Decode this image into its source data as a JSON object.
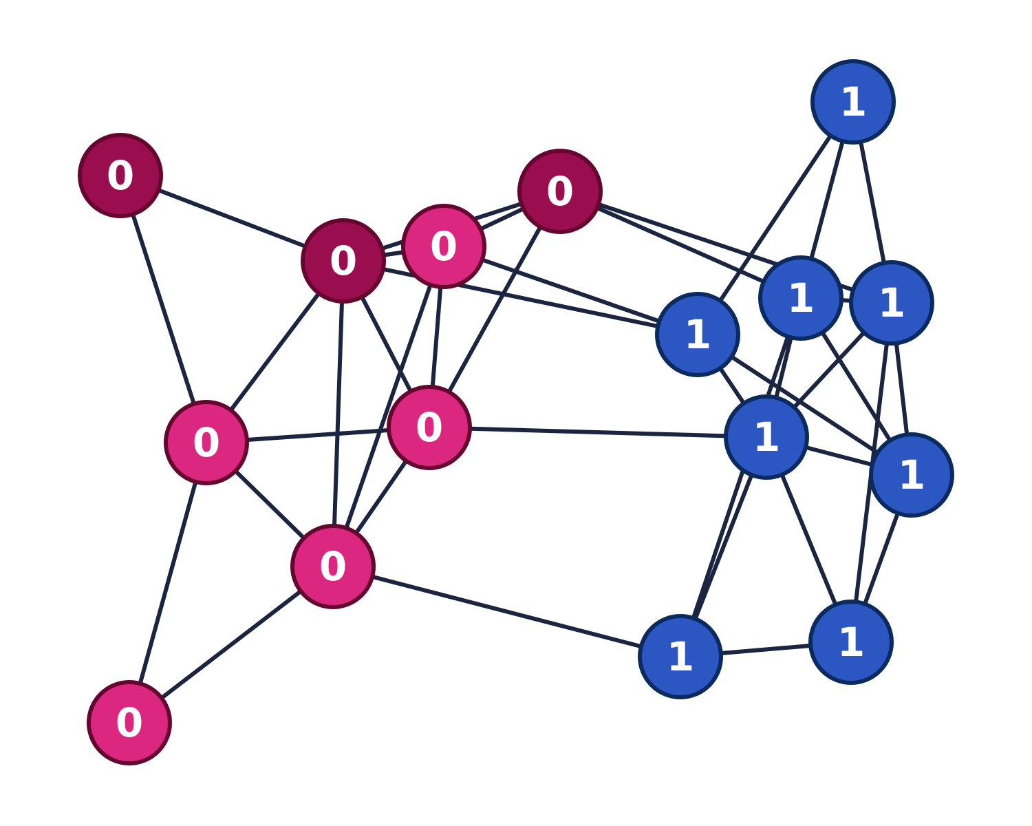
{
  "colors": {
    "edge": "#1b2540",
    "label_text": "#ffffff",
    "group0_dark_fill": "#9a0d4f",
    "group0_light_fill": "#dc2780",
    "group0_stroke": "#65062f",
    "group1_fill": "#2c56c1",
    "group1_stroke": "#0b2b5e"
  },
  "graph": {
    "nodes": [
      {
        "id": "n1",
        "label": "0",
        "group": 0,
        "shade": "dark"
      },
      {
        "id": "n2",
        "label": "0",
        "group": 0,
        "shade": "dark"
      },
      {
        "id": "n3",
        "label": "0",
        "group": 0,
        "shade": "light"
      },
      {
        "id": "n4",
        "label": "0",
        "group": 0,
        "shade": "dark"
      },
      {
        "id": "n5",
        "label": "0",
        "group": 0,
        "shade": "light"
      },
      {
        "id": "n6",
        "label": "0",
        "group": 0,
        "shade": "light"
      },
      {
        "id": "n7",
        "label": "0",
        "group": 0,
        "shade": "light"
      },
      {
        "id": "n8",
        "label": "0",
        "group": 0,
        "shade": "light"
      },
      {
        "id": "n9",
        "label": "1",
        "group": 1
      },
      {
        "id": "n10",
        "label": "1",
        "group": 1
      },
      {
        "id": "n11",
        "label": "1",
        "group": 1
      },
      {
        "id": "n12",
        "label": "1",
        "group": 1
      },
      {
        "id": "n13",
        "label": "1",
        "group": 1
      },
      {
        "id": "n14",
        "label": "1",
        "group": 1
      },
      {
        "id": "n15",
        "label": "1",
        "group": 1
      },
      {
        "id": "n16",
        "label": "1",
        "group": 1
      }
    ],
    "edges": [
      [
        "n1",
        "n2"
      ],
      [
        "n1",
        "n5"
      ],
      [
        "n2",
        "n3"
      ],
      [
        "n2",
        "n4"
      ],
      [
        "n2",
        "n5"
      ],
      [
        "n2",
        "n6"
      ],
      [
        "n2",
        "n7"
      ],
      [
        "n2",
        "n12"
      ],
      [
        "n3",
        "n4"
      ],
      [
        "n3",
        "n6"
      ],
      [
        "n3",
        "n7"
      ],
      [
        "n3",
        "n12"
      ],
      [
        "n4",
        "n6"
      ],
      [
        "n4",
        "n10"
      ],
      [
        "n4",
        "n11"
      ],
      [
        "n5",
        "n6"
      ],
      [
        "n5",
        "n7"
      ],
      [
        "n5",
        "n8"
      ],
      [
        "n6",
        "n7"
      ],
      [
        "n6",
        "n13"
      ],
      [
        "n7",
        "n8"
      ],
      [
        "n7",
        "n15"
      ],
      [
        "n9",
        "n10"
      ],
      [
        "n9",
        "n11"
      ],
      [
        "n9",
        "n12"
      ],
      [
        "n10",
        "n11"
      ],
      [
        "n10",
        "n13"
      ],
      [
        "n10",
        "n14"
      ],
      [
        "n10",
        "n15"
      ],
      [
        "n11",
        "n13"
      ],
      [
        "n11",
        "n14"
      ],
      [
        "n11",
        "n16"
      ],
      [
        "n12",
        "n13"
      ],
      [
        "n12",
        "n14"
      ],
      [
        "n13",
        "n14"
      ],
      [
        "n13",
        "n15"
      ],
      [
        "n13",
        "n16"
      ],
      [
        "n14",
        "n16"
      ],
      [
        "n15",
        "n16"
      ]
    ]
  }
}
